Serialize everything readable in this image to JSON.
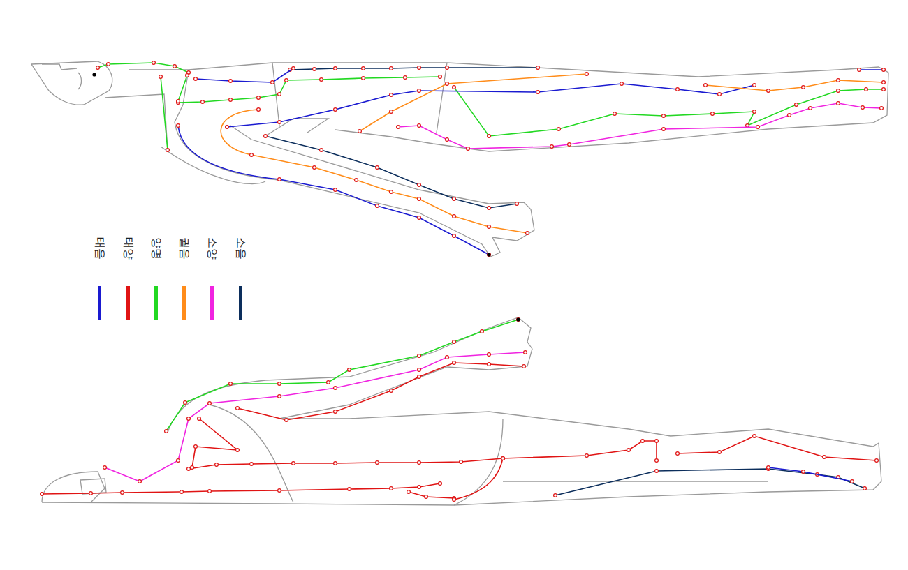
{
  "diagram": {
    "legend": [
      {
        "text": "태음",
        "color": "#1a1ad0"
      },
      {
        "text": "태양",
        "color": "#e01414"
      },
      {
        "text": "양명",
        "color": "#22d822"
      },
      {
        "text": "궐음",
        "color": "#ff8c1a"
      },
      {
        "text": "소양",
        "color": "#f024e0"
      },
      {
        "text": "소음",
        "color": "#0c2e5c"
      }
    ]
  }
}
